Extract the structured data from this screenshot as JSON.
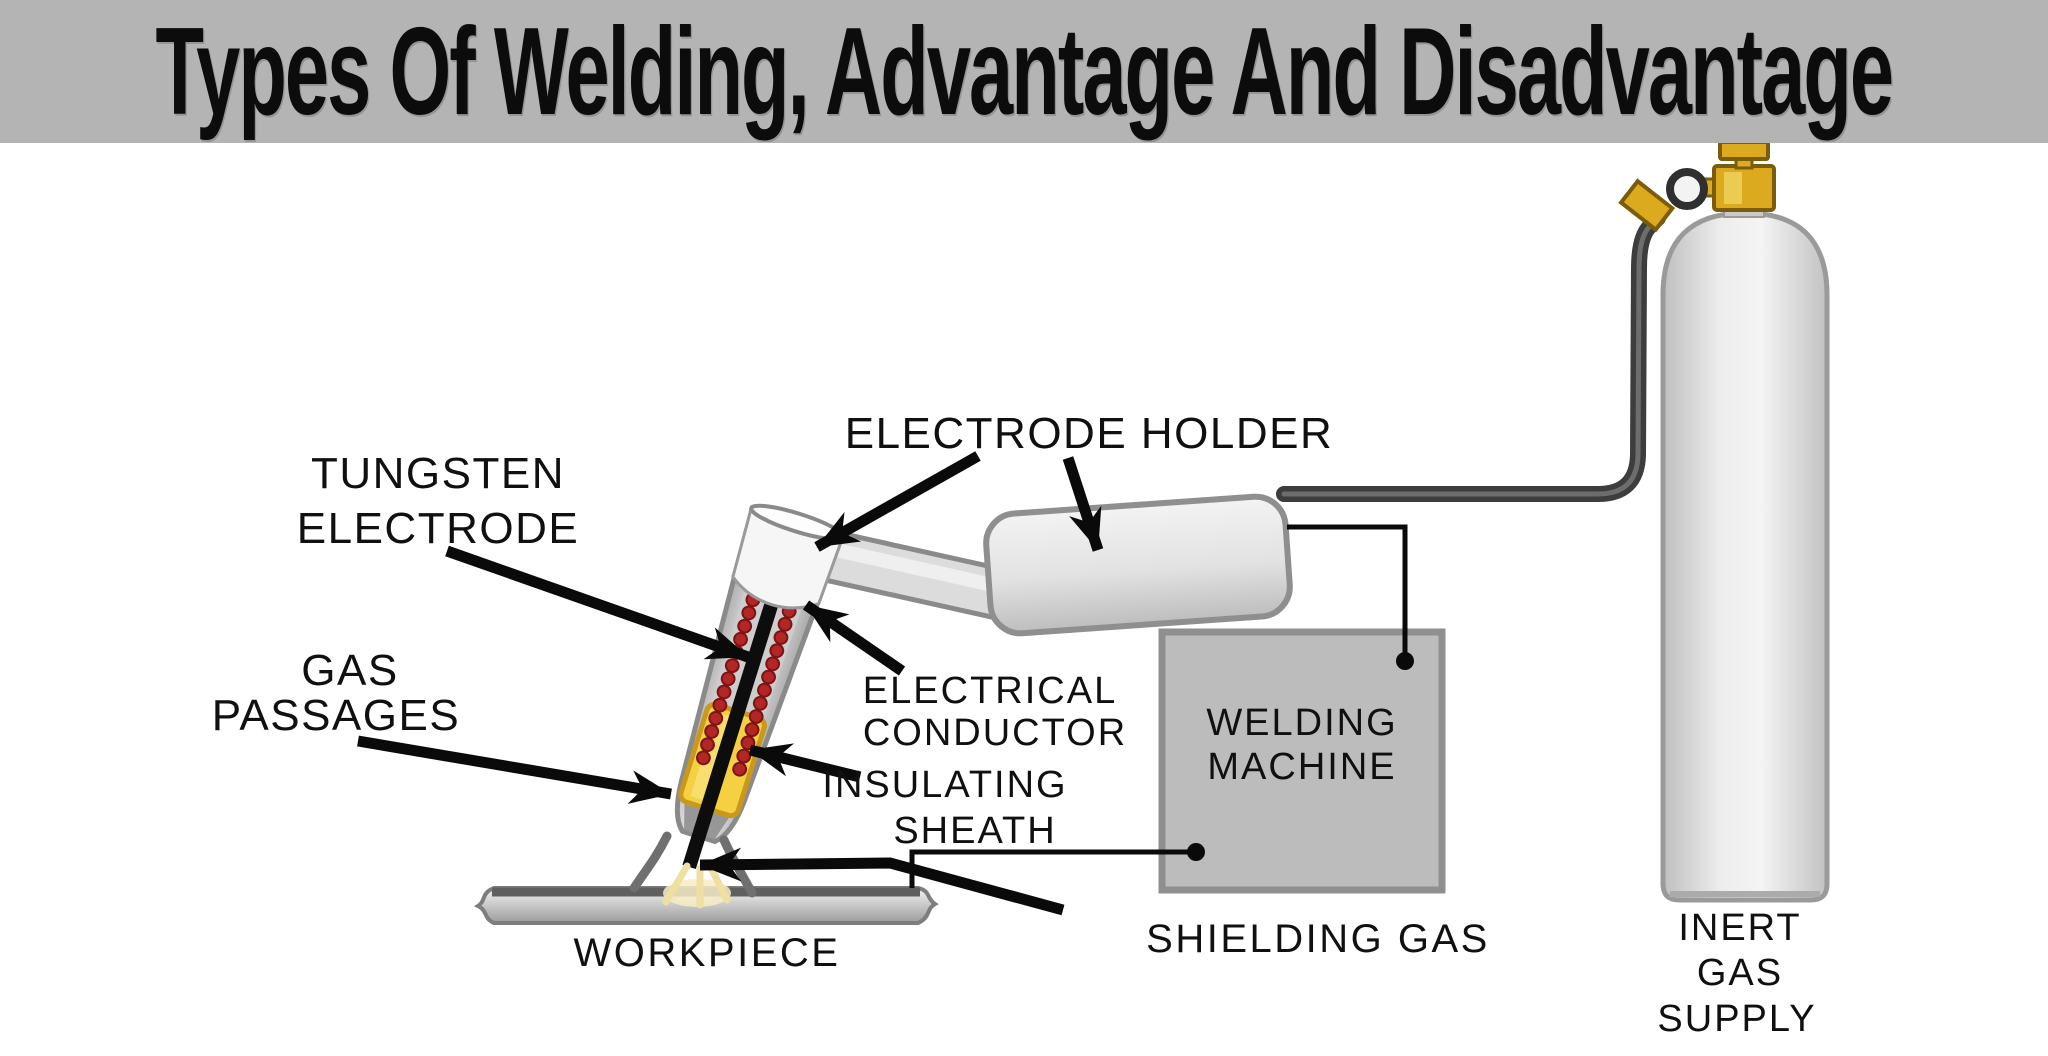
{
  "title": {
    "text": "Types Of Welding, Advantage And Disadvantage"
  },
  "diagram": {
    "labels": {
      "tungsten_electrode": {
        "line1": "TUNGSTEN",
        "line2": "ELECTRODE"
      },
      "electrode_holder": {
        "text": "ELECTRODE HOLDER"
      },
      "gas_passages": {
        "line1": "GAS",
        "line2": "PASSAGES"
      },
      "electrical_conductor": {
        "line1": "ELECTRICAL",
        "line2": "CONDUCTOR"
      },
      "insulating_sheath": {
        "line1": "INSULATING",
        "line2": "SHEATH"
      },
      "welding_machine": {
        "line1": "WELDING",
        "line2": "MACHINE"
      },
      "workpiece": {
        "text": "WORKPIECE"
      },
      "shielding_gas": {
        "text": "SHIELDING GAS"
      },
      "inert_gas_supply": {
        "line1": "INERT",
        "line2": "GAS",
        "line3": "SUPPLY"
      }
    },
    "colors": {
      "title_bar_bg": "#b4b4b4",
      "title_text": "#0c0c0c",
      "diagram_bg": "#ffffff",
      "label_text": "#101010",
      "outline_gray": "#8a8a8a",
      "torch_body_gray": "#d6d6d6",
      "electrode_black": "#0d0d0d",
      "gas_passage_red": "#b22626",
      "insulating_sheath_yellow": "#f5d042",
      "valve_gold": "#dcaa1e",
      "hose_dark": "#3d3d3d",
      "machine_box_gray": "#bcbcbc",
      "arc_pale_yellow": "#efe0a2"
    }
  }
}
